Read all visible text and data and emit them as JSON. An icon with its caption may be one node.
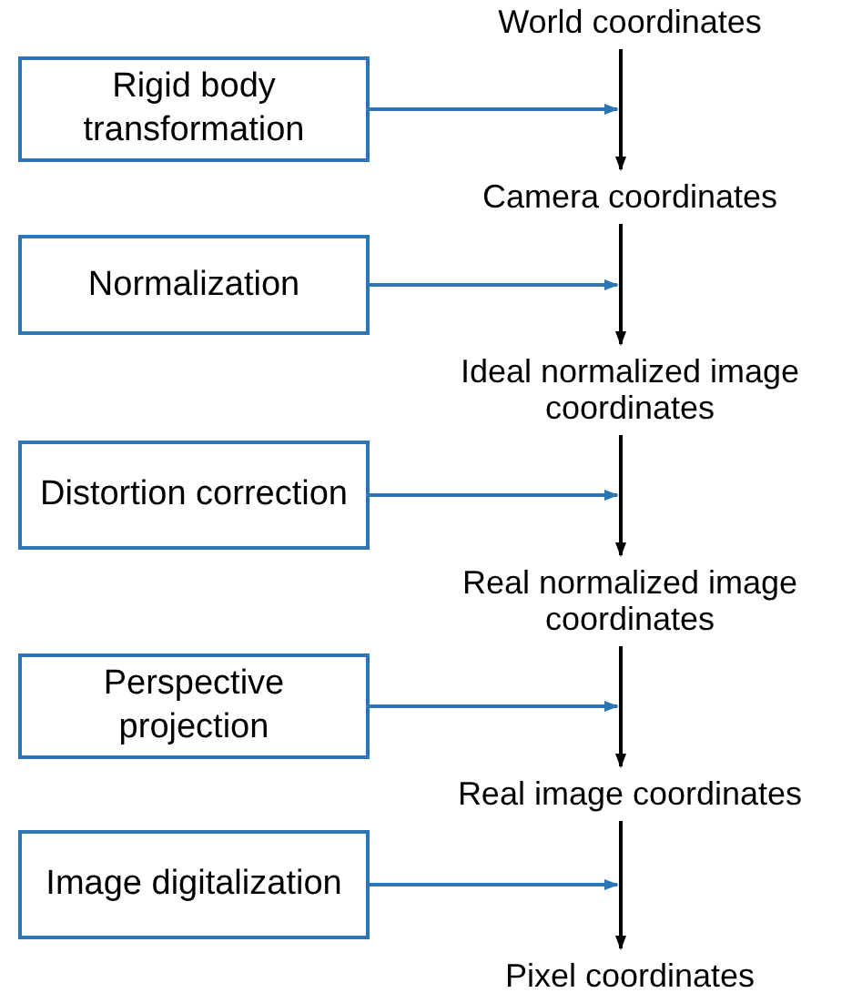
{
  "diagram": {
    "nodes": [
      {
        "text": [
          "World coordinates"
        ]
      },
      {
        "text": [
          "Camera coordinates"
        ]
      },
      {
        "text": [
          "Ideal normalized image coordinates"
        ]
      },
      {
        "text": [
          "Real normalized image coordinates"
        ]
      },
      {
        "text": [
          "Real image coordinates"
        ]
      },
      {
        "text": [
          "Pixel coordinates"
        ]
      },
      {
        "text": [
          "Rigid body transformation"
        ]
      },
      {
        "text": [
          "Normalization"
        ]
      },
      {
        "text": [
          "Distortion correction"
        ]
      },
      {
        "text": [
          "Perspective projection"
        ]
      },
      {
        "text": [
          "Image digitalization"
        ]
      }
    ],
    "edges": [
      {
        "from": 0,
        "to": 1,
        "arrow": "to"
      },
      {
        "from": 1,
        "to": 2,
        "arrow": "to"
      },
      {
        "from": 2,
        "to": 3,
        "arrow": "to"
      },
      {
        "from": 3,
        "to": 4,
        "arrow": "to"
      },
      {
        "from": 4,
        "to": 5,
        "arrow": "to"
      },
      {
        "from": 6,
        "to": null,
        "arrow": "to",
        "color": "#2e75b6"
      },
      {
        "from": 7,
        "to": null,
        "arrow": "to",
        "color": "#2e75b6"
      },
      {
        "from": 8,
        "to": null,
        "arrow": "to",
        "color": "#2e75b6"
      },
      {
        "from": 9,
        "to": null,
        "arrow": "to",
        "color": "#2e75b6"
      },
      {
        "from": 10,
        "to": null,
        "arrow": "to",
        "color": "#2e75b6"
      }
    ]
  }
}
